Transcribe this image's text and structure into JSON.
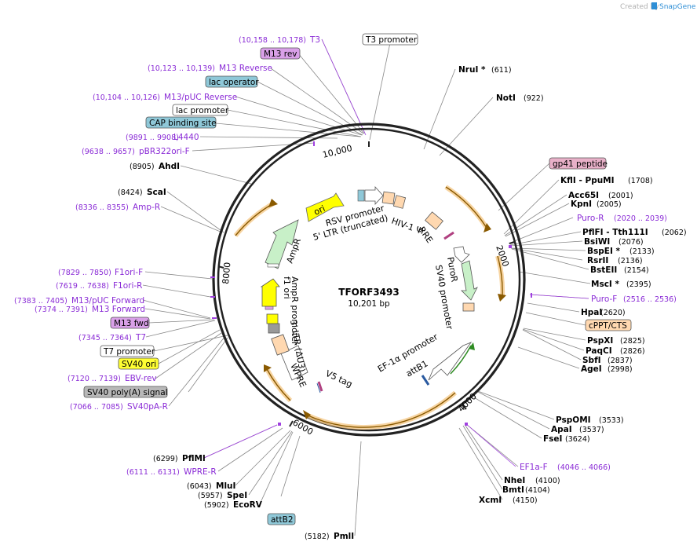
{
  "credit": {
    "created_by": "Created by",
    "brand": "SnapGene"
  },
  "plasmid": {
    "name": "TFORF3493",
    "size": "10,201 bp"
  },
  "ticks": [
    "2000",
    "4000",
    "6000",
    "8000",
    "10,000"
  ],
  "boxed_features": [
    {
      "label": "M13 rev",
      "fill": "#d9a0e8"
    },
    {
      "label": "T3 promoter",
      "fill": "#ffffff"
    },
    {
      "label": "lac operator",
      "fill": "#8fc8d8"
    },
    {
      "label": "lac promoter",
      "fill": "#ffffff"
    },
    {
      "label": "CAP binding site",
      "fill": "#8fc8d8"
    },
    {
      "label": "gp41 peptide",
      "fill": "#e8b0c8"
    },
    {
      "label": "cPPT/CTS",
      "fill": "#ffd8b0"
    },
    {
      "label": "M13 fwd",
      "fill": "#d9a0e8"
    },
    {
      "label": "T7 promoter",
      "fill": "#ffffff"
    },
    {
      "label": "SV40 ori",
      "fill": "#ffff33"
    },
    {
      "label": "SV40 poly(A) signal",
      "fill": "#b8b8b8"
    },
    {
      "label": "attB2",
      "fill": "#8fc8d8"
    }
  ],
  "primers": [
    {
      "range": "(10,158 .. 10,178)",
      "name": "T3"
    },
    {
      "range": "(10,123 .. 10,139)",
      "name": "M13 Reverse"
    },
    {
      "range": "(10,104 .. 10,126)",
      "name": "M13/pUC Reverse"
    },
    {
      "range": "(9891 .. 9908)",
      "name": "L4440"
    },
    {
      "range": "(9638 .. 9657)",
      "name": "pBR322ori-F"
    },
    {
      "range": "(8336 .. 8355)",
      "name": "Amp-R"
    },
    {
      "range": "(7829 .. 7850)",
      "name": "F1ori-F"
    },
    {
      "range": "(7619 .. 7638)",
      "name": "F1ori-R"
    },
    {
      "range": "(7383 .. 7405)",
      "name": "M13/pUC Forward"
    },
    {
      "range": "(7374 .. 7391)",
      "name": "M13 Forward"
    },
    {
      "range": "(7345 .. 7364)",
      "name": "T7"
    },
    {
      "range": "(7120 .. 7139)",
      "name": "EBV-rev"
    },
    {
      "range": "(7066 .. 7085)",
      "name": "SV40pA-R"
    },
    {
      "range": "(6111 .. 6131)",
      "name": "WPRE-R"
    },
    {
      "range": "(2020 .. 2039)",
      "name": "Puro-R"
    },
    {
      "range": "(2516 .. 2536)",
      "name": "Puro-F"
    },
    {
      "range": "(4046 .. 4066)",
      "name": "EF1a-F"
    }
  ],
  "sites": [
    {
      "pos": "(8905)",
      "name": "AhdI"
    },
    {
      "pos": "(8424)",
      "name": "ScaI"
    },
    {
      "name": "NruI *",
      "pos": "(611)"
    },
    {
      "name": "NotI",
      "pos": "(922)"
    },
    {
      "name": "KflI - PpuMI",
      "pos": "(1708)"
    },
    {
      "name": "Acc65I",
      "pos": "(2001)"
    },
    {
      "name": "KpnI",
      "pos": "(2005)"
    },
    {
      "name": "PflFI - Tth111I",
      "pos": "(2062)"
    },
    {
      "name": "BsiWI",
      "pos": "(2076)"
    },
    {
      "name": "BspEI *",
      "pos": "(2133)"
    },
    {
      "name": "RsrII",
      "pos": "(2136)"
    },
    {
      "name": "BstEII",
      "pos": "(2154)"
    },
    {
      "name": "MscI *",
      "pos": "(2395)"
    },
    {
      "name": "HpaI",
      "pos": "(2620)"
    },
    {
      "name": "PspXI",
      "pos": "(2825)"
    },
    {
      "name": "PaqCI",
      "pos": "(2826)"
    },
    {
      "name": "SbfI",
      "pos": "(2837)"
    },
    {
      "name": "AgeI",
      "pos": "(2998)"
    },
    {
      "name": "PspOMI",
      "pos": "(3533)"
    },
    {
      "name": "ApaI",
      "pos": "(3537)"
    },
    {
      "name": "FseI",
      "pos": "(3624)"
    },
    {
      "name": "NheI",
      "pos": "(4100)"
    },
    {
      "name": "BmtI",
      "pos": "(4104)"
    },
    {
      "name": "XcmI",
      "pos": "(4150)"
    },
    {
      "pos": "(6299)",
      "name": "PflMI"
    },
    {
      "pos": "(6043)",
      "name": "MluI"
    },
    {
      "pos": "(5957)",
      "name": "SpeI"
    },
    {
      "pos": "(5902)",
      "name": "EcoRV"
    },
    {
      "pos": "(5182)",
      "name": "PmlI"
    }
  ],
  "inner_features": {
    "ori": "ori",
    "rsv": "RSV promoter",
    "ltr5": "5' LTR (truncated)",
    "hiv": "HIV-1 Ψ",
    "rre": "RRE",
    "puror": "PuroR",
    "sv40p": "SV40 promoter",
    "ef1a": "EF-1α promoter",
    "attb1": "attB1",
    "v5": "V5 tag",
    "wpre": "WPRE",
    "ltr3": "3' LTR (ΔU3)",
    "f1": "f1 ori",
    "ampp": "AmpR promoter",
    "ampr": "AmpR"
  }
}
